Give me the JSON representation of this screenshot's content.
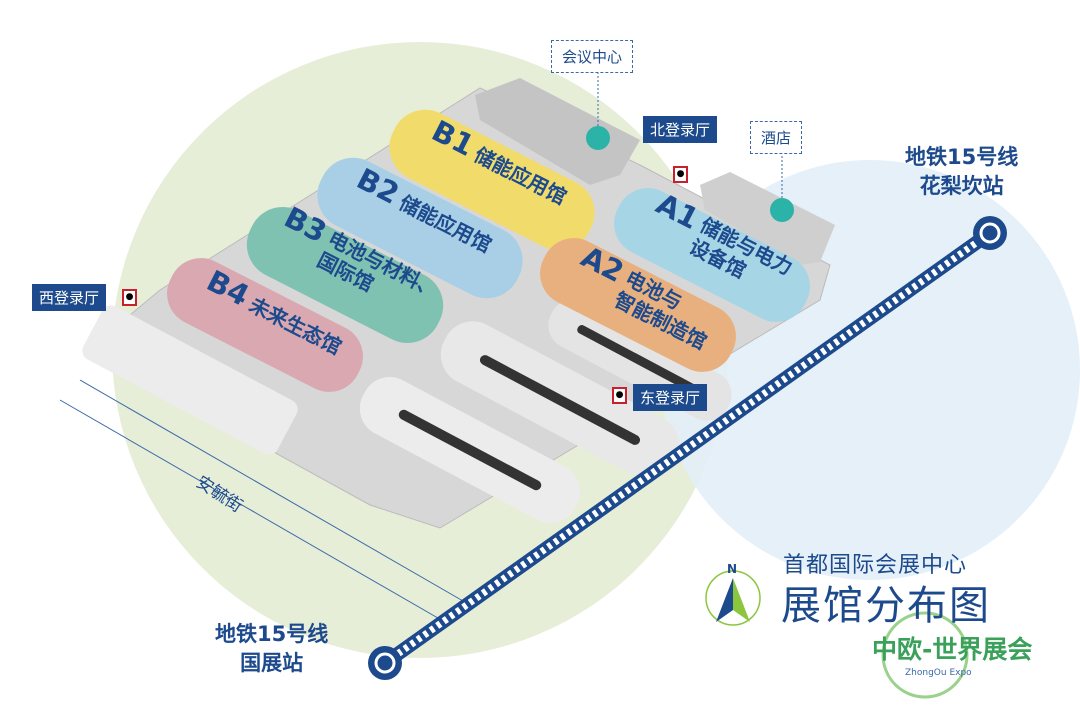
{
  "title": {
    "line1": "首都国际会展中心",
    "line2": "展馆分布图"
  },
  "halls": [
    {
      "code": "B1",
      "name": "储能应用馆",
      "color": "#f1dc6b"
    },
    {
      "code": "B2",
      "name": "储能应用馆",
      "color": "#a8cfe6"
    },
    {
      "code": "B3",
      "name": "电池与材料、国际馆",
      "line1": "电池与材料、",
      "line2": "国际馆",
      "color": "#80c2b2"
    },
    {
      "code": "B4",
      "name": "未来生态馆",
      "color": "#d9a8b1"
    },
    {
      "code": "A1",
      "name": "储能与电力设备馆",
      "line1": "储能与电力",
      "line2": "设备馆",
      "color": "#a6d5e6"
    },
    {
      "code": "A2",
      "name": "电池与智能制造馆",
      "line1": "电池与",
      "line2": "智能制造馆",
      "color": "#e9b07f"
    }
  ],
  "entrances": {
    "north": "北登录厅",
    "west": "西登录厅",
    "east": "东登录厅"
  },
  "facilities": {
    "conference": "会议中心",
    "hotel": "酒店"
  },
  "stations": {
    "north": {
      "line1": "地铁15号线",
      "line2": "花梨坎站"
    },
    "south": {
      "line1": "地铁15号线",
      "line2": "国展站"
    }
  },
  "street": "安毓街",
  "compass": "N",
  "logo": {
    "cn": "中欧-世界展会",
    "en": "ZhongOu Expo"
  },
  "colors": {
    "navy": "#1d4a8c",
    "green_zone": "#e6eed8",
    "blue_zone": "#e2eef8",
    "teal": "#2bb3a8"
  }
}
